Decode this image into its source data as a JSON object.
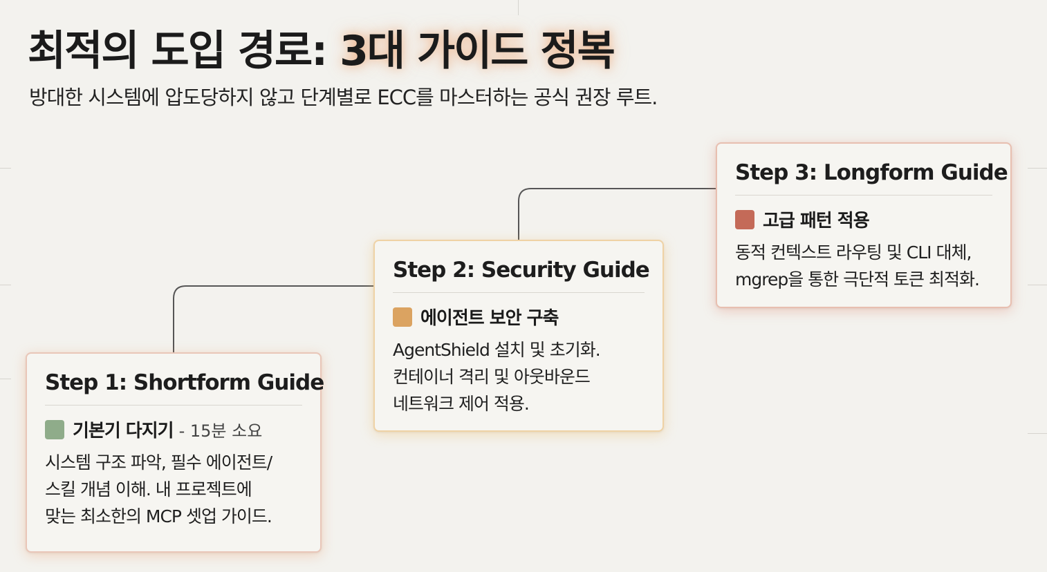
{
  "title_main": "최적의 도입 경로:",
  "title_highlight": "3대 가이드 정복",
  "subtitle": "방대한 시스템에 압도당하지 않고 단계별로 ECC를 마스터하는 공식 권장 루트.",
  "steps": [
    {
      "title": "Step 1: Shortform Guide",
      "tag": "기본기 다지기",
      "note": "- 15분 소요",
      "color": "#8fac8a",
      "lines": [
        "시스템 구조 파악, 필수 에이전트/",
        "스킬 개념 이해. 내 프로젝트에",
        "맞는 최소한의 MCP 셋업 가이드."
      ]
    },
    {
      "title": "Step 2: Security Guide",
      "tag": "에이전트 보안 구축",
      "color": "#dba361",
      "lines": [
        "AgentShield 설치 및 초기화.",
        "컨테이너 격리 및 아웃바운드",
        "네트워크 제어 적용."
      ]
    },
    {
      "title": "Step 3: Longform Guide",
      "tag": "고급 패턴 적용",
      "color": "#c46a58",
      "lines": [
        "동적 컨텍스트 라우팅 및 CLI 대체,",
        "mgrep을 통한 극단적 토큰 최적화."
      ]
    }
  ]
}
